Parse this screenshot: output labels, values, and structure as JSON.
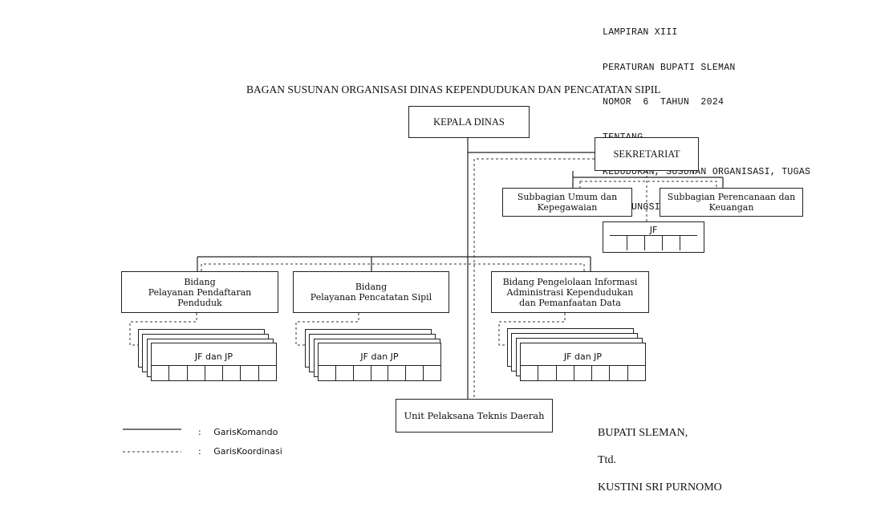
{
  "header": {
    "lines": [
      "LAMPIRAN XIII",
      "PERATURAN BUPATI SLEMAN",
      "NOMOR  6  TAHUN  2024",
      "TENTANG",
      "KEDUDUKAN, SUSUNAN ORGANISASI, TUGAS",
      "DAN FUNGSI, SERTA TATA KERJA DINAS"
    ]
  },
  "title": "BAGAN SUSUNAN ORGANISASI DINAS KEPENDUDUKAN DAN PENCATATAN SIPIL",
  "nodes": {
    "kepala": "KEPALA DINAS",
    "sekretariat": "SEKRETARIAT",
    "subbag_umum": [
      "Subbagian Umum dan",
      "Kepegawaian"
    ],
    "subbag_perencanaan": [
      "Subbagian Perencanaan dan",
      "Keuangan"
    ],
    "jf_sekretariat": "JF",
    "bidang1": [
      "Bidang",
      "Pelayanan Pendaftaran",
      "Penduduk"
    ],
    "bidang2": [
      "Bidang",
      "Pelayanan Pencatatan Sipil"
    ],
    "bidang3": [
      "Bidang Pengelolaan Informasi",
      "Administrasi Kependudukan",
      "dan Pemanfaatan Data"
    ],
    "jf_jp": "JF dan JP",
    "uptd": "Unit Pelaksana Teknis Daerah"
  },
  "legend": {
    "separator": ":",
    "komando": "GarisKomando",
    "koordinasi": "GarisKoordinasi"
  },
  "signature": {
    "office": "BUPATI SLEMAN,",
    "ttd": "Ttd.",
    "name": "KUSTINI SRI PURNOMO"
  }
}
